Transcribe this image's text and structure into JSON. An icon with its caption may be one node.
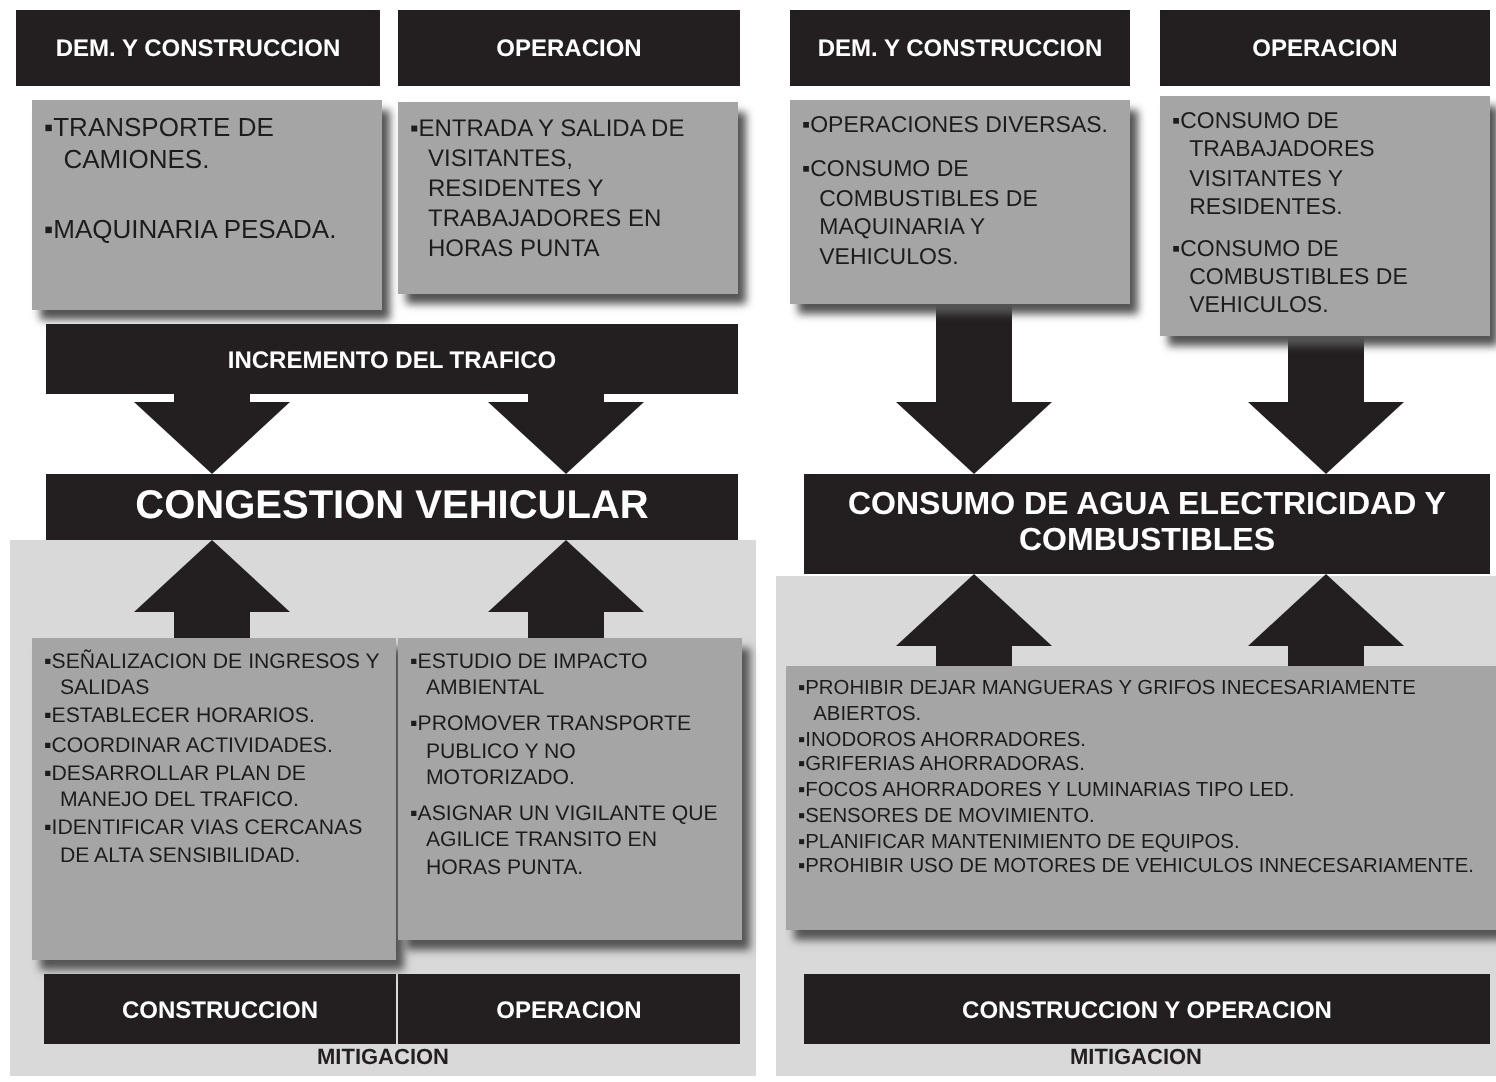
{
  "diagram": {
    "nodes": [
      {
        "text": [
          "DEM. Y CONSTRUCCION"
        ]
      },
      {
        "text": [
          "OPERACION"
        ]
      },
      {
        "text": [
          "▪TRANSPORTE DE CAMIONES.",
          "▪MAQUINARIA PESADA."
        ]
      },
      {
        "text": [
          "▪ENTRADA Y SALIDA DE VISITANTES, RESIDENTES Y TRABAJADORES EN HORAS PUNTA"
        ]
      },
      {
        "text": [
          "INCREMENTO DEL TRAFICO"
        ]
      },
      {
        "text": [
          "CONGESTION VEHICULAR"
        ]
      },
      {
        "text": [
          "MITIGACION"
        ]
      },
      {
        "text": [
          "▪SEÑALIZACION DE INGRESOS Y SALIDAS",
          "▪ESTABLECER HORARIOS.",
          "▪COORDINAR ACTIVIDADES.",
          "▪DESARROLLAR PLAN DE MANEJO DEL TRAFICO.",
          "▪IDENTIFICAR VIAS CERCANAS DE ALTA SENSIBILIDAD."
        ],
        "in": 6
      },
      {
        "text": [
          "▪ESTUDIO DE IMPACTO AMBIENTAL",
          "▪PROMOVER TRANSPORTE PUBLICO Y NO MOTORIZADO.",
          "▪ASIGNAR UN VIGILANTE QUE AGILICE TRANSITO EN HORAS PUNTA."
        ],
        "in": 6
      },
      {
        "text": [
          "CONSTRUCCION"
        ],
        "in": 6
      },
      {
        "text": [
          "OPERACION"
        ],
        "in": 6
      },
      {
        "text": [
          "DEM. Y CONSTRUCCION"
        ]
      },
      {
        "text": [
          "OPERACION"
        ]
      },
      {
        "text": [
          "▪OPERACIONES DIVERSAS.",
          "▪CONSUMO DE COMBUSTIBLES DE MAQUINARIA Y VEHICULOS."
        ]
      },
      {
        "text": [
          "▪CONSUMO DE TRABAJADORES VISITANTES Y RESIDENTES.",
          "▪CONSUMO DE COMBUSTIBLES DE VEHICULOS."
        ]
      },
      {
        "text": [
          "CONSUMO DE AGUA ELECTRICIDAD Y COMBUSTIBLES"
        ]
      },
      {
        "text": [
          "MITIGACION"
        ]
      },
      {
        "text": [
          "▪PROHIBIR DEJAR MANGUERAS Y GRIFOS INECESARIAMENTE ABIERTOS.",
          "▪INODOROS AHORRADORES.",
          "▪GRIFERIAS AHORRADORAS.",
          "▪FOCOS AHORRADORES Y LUMINARIAS TIPO LED.",
          "▪SENSORES DE MOVIMIENTO.",
          "▪PLANIFICAR MANTENIMIENTO DE EQUIPOS.",
          "▪PROHIBIR USO DE MOTORES DE VEHICULOS INNECESARIAMENTE."
        ],
        "in": 16
      },
      {
        "text": [
          "CONSTRUCCION Y OPERACION"
        ],
        "in": 16
      }
    ],
    "edges": [
      {
        "from": 4,
        "to": 5,
        "arrow": "to"
      },
      {
        "from": 4,
        "to": 5,
        "arrow": "to"
      },
      {
        "from": 7,
        "to": 5,
        "arrow": "to"
      },
      {
        "from": 8,
        "to": 5,
        "arrow": "to"
      },
      {
        "from": 13,
        "to": 15,
        "arrow": "to"
      },
      {
        "from": 14,
        "to": 15,
        "arrow": "to"
      },
      {
        "from": 17,
        "to": 15,
        "arrow": "to"
      },
      {
        "from": 17,
        "to": 15,
        "arrow": "to"
      }
    ]
  }
}
